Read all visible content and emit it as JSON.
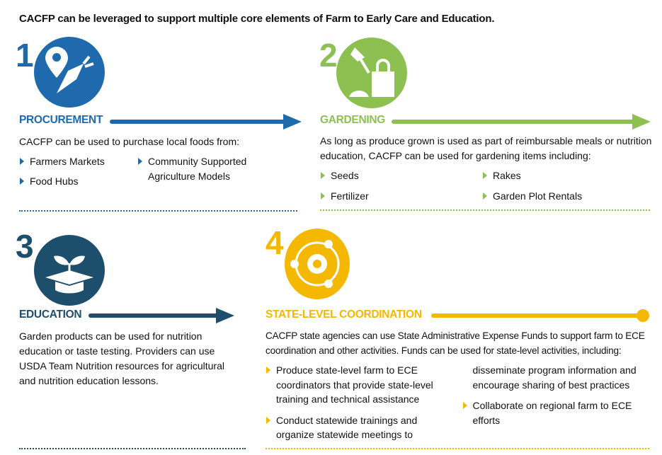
{
  "title": "CACFP can be leveraged to support multiple core elements of Farm to Early Care and Education.",
  "colors": {
    "procurement": "#1f6aad",
    "gardening": "#8cc152",
    "education": "#1d4f6c",
    "coordination": "#f5b800"
  },
  "sections": [
    {
      "number": "1",
      "heading": "PROCUREMENT",
      "icon": "location-carrot-icon",
      "intro": "CACFP can be used to purchase local foods from:",
      "bullets": [
        "Farmers Markets",
        "Food Hubs",
        "Community Supported Agriculture Models"
      ]
    },
    {
      "number": "2",
      "heading": "GARDENING",
      "icon": "trowel-bag-icon",
      "intro": "As long as produce grown is used as part of reimbursable meals or nutrition education, CACFP can be used for gardening items including:",
      "bullets": [
        "Seeds",
        "Fertilizer",
        "Rakes",
        "Garden Plot Rentals"
      ]
    },
    {
      "number": "3",
      "heading": "EDUCATION",
      "icon": "graduation-cap-sprout-icon",
      "intro": "Garden products can be used for nutrition education or taste testing. Providers can use USDA Team Nutrition resources for agricultural and nutrition education lessons."
    },
    {
      "number": "4",
      "heading": "STATE-LEVEL COORDINATION",
      "icon": "gear-network-icon",
      "intro": "CACFP state agencies can use State Administrative Expense Funds to support farm to ECE coordination and other activities. Funds can be used for state-level activities, including:",
      "bullets": [
        "Produce state-level farm to ECE coordinators that provide state-level training and technical assistance",
        "Conduct statewide trainings and organize statewide meetings to disseminate program information and encourage sharing of best practices",
        "Collaborate on regional farm to ECE efforts"
      ]
    }
  ]
}
